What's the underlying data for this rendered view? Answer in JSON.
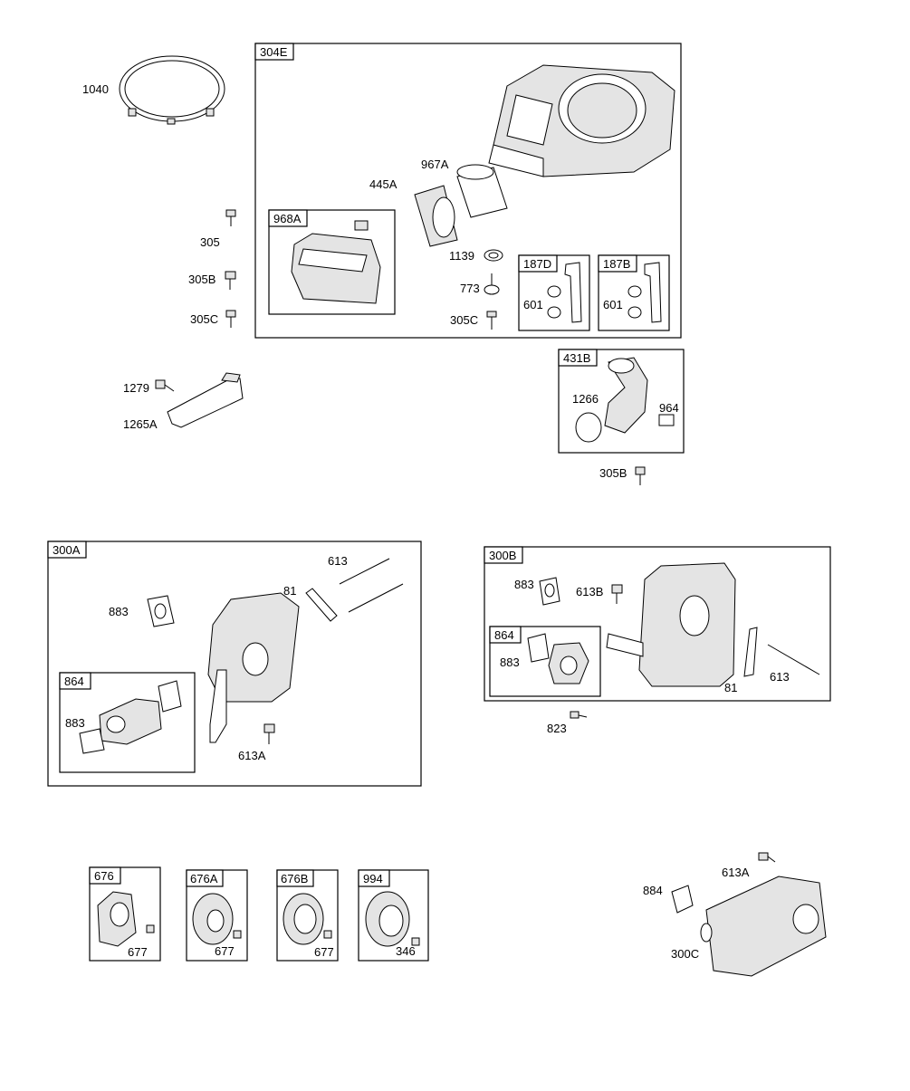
{
  "groups": {
    "g304E": "304E",
    "g968A": "968A",
    "g187D": "187D",
    "g187B": "187B",
    "g431B": "431B",
    "g300A": "300A",
    "g864a": "864",
    "g300B": "300B",
    "g864b": "864",
    "g676": "676",
    "g676A": "676A",
    "g676B": "676B",
    "g994": "994"
  },
  "labels": {
    "p1040": "1040",
    "p967A": "967A",
    "p445A": "445A",
    "p305": "305",
    "p305B": "305B",
    "p305C": "305C",
    "p1139": "1139",
    "p773": "773",
    "p305C_b": "305C",
    "p601_d": "601",
    "p601_b": "601",
    "p1279": "1279",
    "p1265A": "1265A",
    "p1266": "1266",
    "p964": "964",
    "p305B_b": "305B",
    "p613": "613",
    "p81": "81",
    "p883_a": "883",
    "p883_a2": "883",
    "p613A": "613A",
    "p883_b": "883",
    "p613B": "613B",
    "p883_b2": "883",
    "p81_b": "81",
    "p613_b": "613",
    "p823": "823",
    "p677_a": "677",
    "p677_b": "677",
    "p677_c": "677",
    "p346": "346",
    "p884": "884",
    "p613A_b": "613A",
    "p300C": "300C"
  }
}
